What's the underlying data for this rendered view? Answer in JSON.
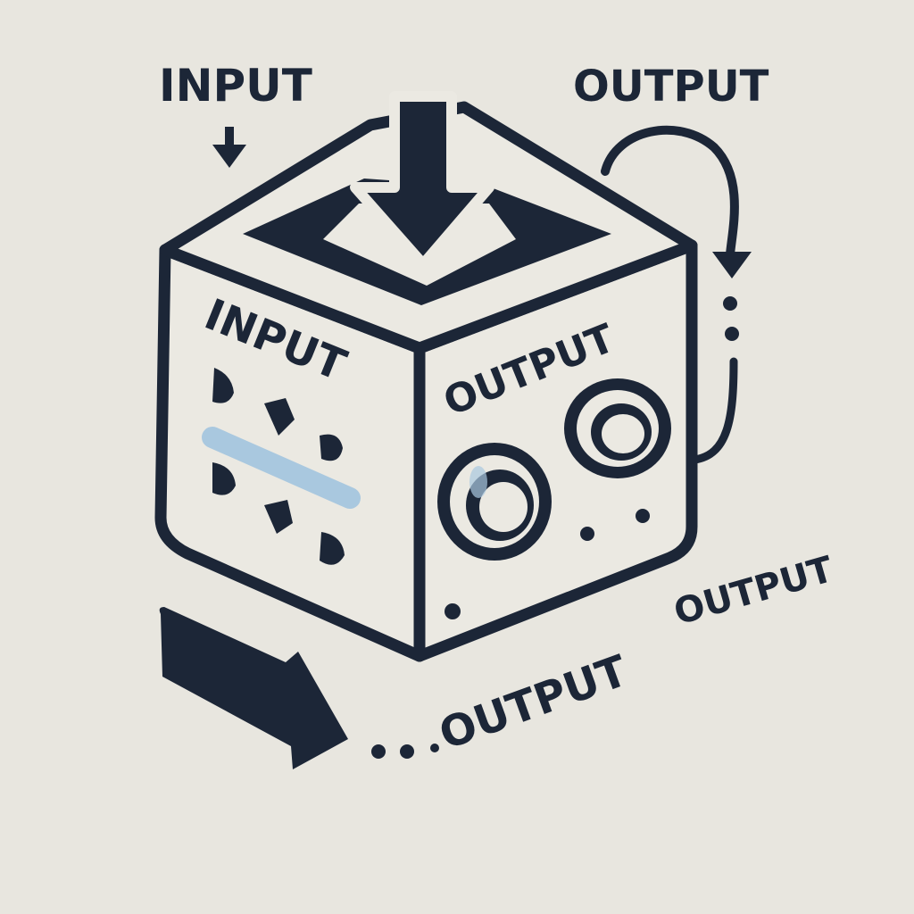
{
  "colors": {
    "background": "#e8e6df",
    "ink": "#1c2637",
    "face": "#ebe9e2",
    "accent_blue": "#a9c8df"
  },
  "labels": {
    "input_top": "INPUT",
    "output_top": "OUTPUT",
    "input_face": "INPUT",
    "output_face": "OUTPUT",
    "output_bottom_1": "OUTPUT",
    "output_bottom_2": "OUTPUT"
  },
  "icons": [
    "down-arrow-icon",
    "curved-arrow-icon",
    "right-arrow-icon",
    "dial-knob-icon"
  ]
}
